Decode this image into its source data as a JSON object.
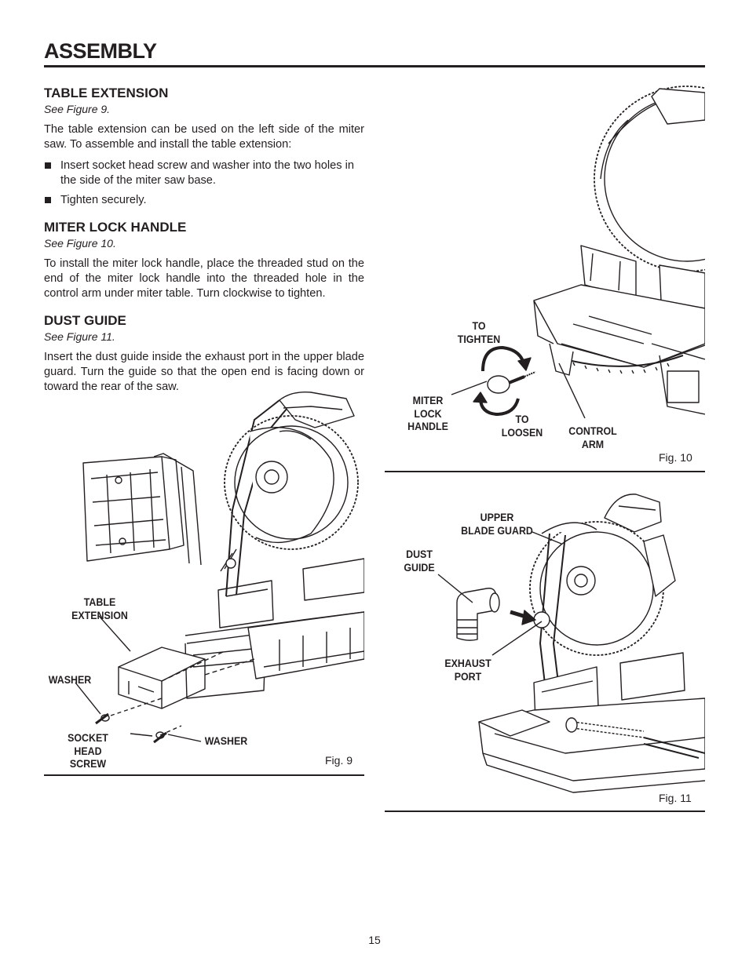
{
  "page_title": "ASSEMBLY",
  "sections": [
    {
      "heading": "TABLE EXTENSION",
      "see": "See Figure 9.",
      "paragraph": "The table extension can be used on the left side of the miter saw. To assemble and install the table extension:",
      "bullets": [
        "Insert socket head screw and washer into the two holes in the side of the miter saw base.",
        "Tighten securely."
      ]
    },
    {
      "heading": "MITER LOCK HANDLE",
      "see": "See Figure 10.",
      "paragraph": "To install the miter lock handle, place the threaded stud on the end of the miter lock handle into the threaded hole in the control arm under miter table. Turn clockwise to tighten."
    },
    {
      "heading": "DUST GUIDE",
      "see": "See Figure 11.",
      "paragraph": "Insert the dust guide inside the exhaust port in the upper blade guard. Turn the guide so that the open end is facing down or toward the rear of the saw."
    }
  ],
  "figures": {
    "fig9": {
      "label": "Fig. 9",
      "callouts": {
        "table_extension": "TABLE\nEXTENSION",
        "washer_left": "WASHER",
        "socket_head_screw": "SOCKET HEAD\nSCREW",
        "washer_right": "WASHER"
      }
    },
    "fig10": {
      "label": "Fig. 10",
      "callouts": {
        "to_tighten": "TO\nTIGHTEN",
        "miter_lock_handle": "MITER\nLOCK\nHANDLE",
        "to_loosen": "TO\nLOOSEN",
        "control_arm": "CONTROL\nARM"
      }
    },
    "fig11": {
      "label": "Fig. 11",
      "callouts": {
        "upper_blade_guard": "UPPER\nBLADE GUARD",
        "dust_guide": "DUST\nGUIDE",
        "exhaust_port": "EXHAUST\nPORT"
      }
    }
  },
  "page_number": "15"
}
